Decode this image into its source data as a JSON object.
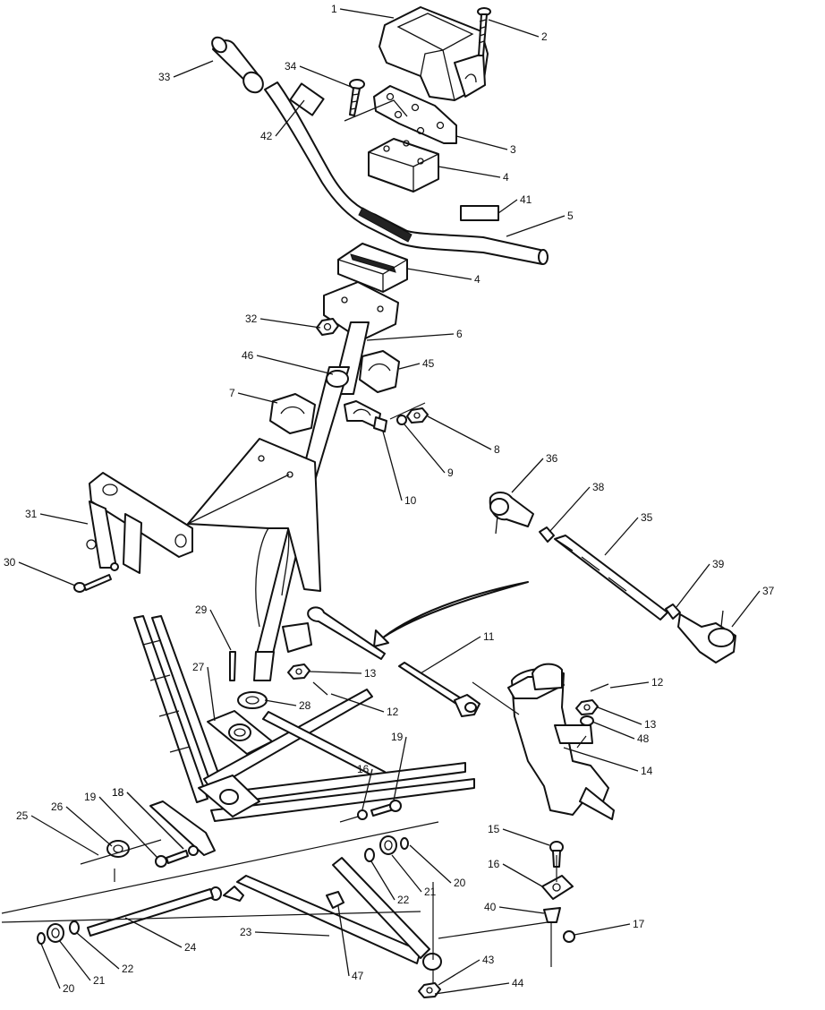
{
  "diagram": {
    "callouts": [
      {
        "id": "c1",
        "label": "1"
      },
      {
        "id": "c2",
        "label": "2"
      },
      {
        "id": "c3",
        "label": "3"
      },
      {
        "id": "c4a",
        "label": "4"
      },
      {
        "id": "c4b",
        "label": "4"
      },
      {
        "id": "c5",
        "label": "5"
      },
      {
        "id": "c6",
        "label": "6"
      },
      {
        "id": "c7",
        "label": "7"
      },
      {
        "id": "c8",
        "label": "8"
      },
      {
        "id": "c9",
        "label": "9"
      },
      {
        "id": "c10",
        "label": "10"
      },
      {
        "id": "c11",
        "label": "11"
      },
      {
        "id": "c12a",
        "label": "12"
      },
      {
        "id": "c12b",
        "label": "12"
      },
      {
        "id": "c13a",
        "label": "13"
      },
      {
        "id": "c13b",
        "label": "13"
      },
      {
        "id": "c14",
        "label": "14"
      },
      {
        "id": "c15",
        "label": "15"
      },
      {
        "id": "c16a",
        "label": "16"
      },
      {
        "id": "c16b",
        "label": "16"
      },
      {
        "id": "c17",
        "label": "17"
      },
      {
        "id": "c18a",
        "label": "18"
      },
      {
        "id": "c18b",
        "label": "18"
      },
      {
        "id": "c19a",
        "label": "19"
      },
      {
        "id": "c19b",
        "label": "19"
      },
      {
        "id": "c20a",
        "label": "20"
      },
      {
        "id": "c20b",
        "label": "20"
      },
      {
        "id": "c21a",
        "label": "21"
      },
      {
        "id": "c21b",
        "label": "21"
      },
      {
        "id": "c22a",
        "label": "22"
      },
      {
        "id": "c22b",
        "label": "22"
      },
      {
        "id": "c23",
        "label": "23"
      },
      {
        "id": "c24",
        "label": "24"
      },
      {
        "id": "c25",
        "label": "25"
      },
      {
        "id": "c26",
        "label": "26"
      },
      {
        "id": "c27",
        "label": "27"
      },
      {
        "id": "c28",
        "label": "28"
      },
      {
        "id": "c29",
        "label": "29"
      },
      {
        "id": "c30",
        "label": "30"
      },
      {
        "id": "c31",
        "label": "31"
      },
      {
        "id": "c32",
        "label": "32"
      },
      {
        "id": "c33",
        "label": "33"
      },
      {
        "id": "c34",
        "label": "34"
      },
      {
        "id": "c35",
        "label": "35"
      },
      {
        "id": "c36",
        "label": "36"
      },
      {
        "id": "c37",
        "label": "37"
      },
      {
        "id": "c38",
        "label": "38"
      },
      {
        "id": "c39",
        "label": "39"
      },
      {
        "id": "c40",
        "label": "40"
      },
      {
        "id": "c41",
        "label": "41"
      },
      {
        "id": "c42",
        "label": "42"
      },
      {
        "id": "c43",
        "label": "43"
      },
      {
        "id": "c44",
        "label": "44"
      },
      {
        "id": "c45",
        "label": "45"
      },
      {
        "id": "c46",
        "label": "46"
      },
      {
        "id": "c47",
        "label": "47"
      },
      {
        "id": "c48",
        "label": "48"
      }
    ]
  }
}
